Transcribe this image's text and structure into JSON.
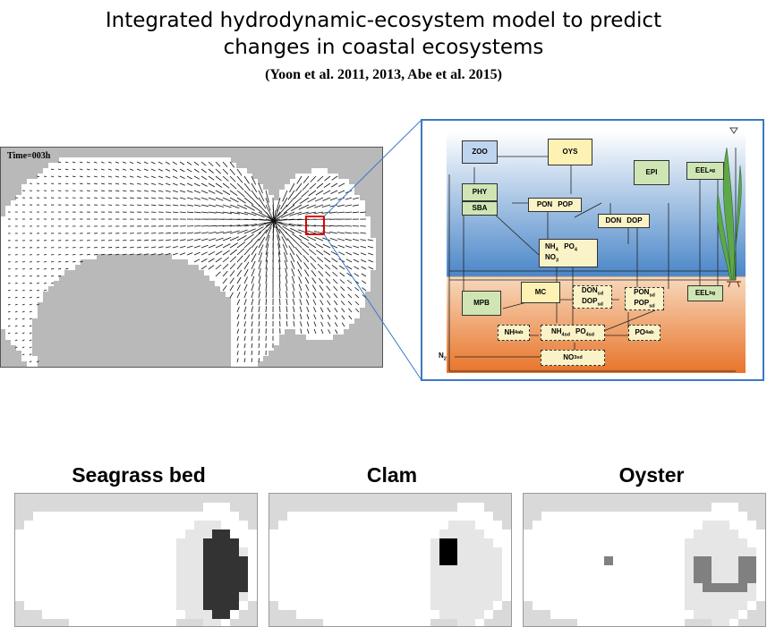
{
  "header": {
    "title_line1": "Integrated hydrodynamic-ecosystem model to predict",
    "title_line2": "changes in coastal ecosystems",
    "citation": "(Yoon et al. 2011, 2013, Abe et al. 2015)"
  },
  "flow_map": {
    "time_label": "Time=003h"
  },
  "model_diagram": {
    "nodes": {
      "zoo": "ZOO",
      "oys": "OYS",
      "epi": "EPI",
      "eel_ag": "EEL",
      "eel_ag_sub": "ag",
      "phy": "PHY",
      "sba": "SBA",
      "pon": "PON",
      "pop": "POP",
      "don": "DON",
      "dop": "DOP",
      "nh4": "NH",
      "nh4_sub": "4",
      "po4": "PO",
      "po4_sub": "4",
      "no3": "NO",
      "no3_sub": "3",
      "mpb": "MPB",
      "mc": "MC",
      "don_sd": "DON",
      "dop_sd": "DOP",
      "sd_sub": "sd",
      "pon_sd": "PON",
      "pop_sd": "POP",
      "eel_bg": "EEL",
      "eel_bg_sub": "bg",
      "nh4ab": "NH",
      "nh4ab_sub": "4ab",
      "nh4sd": "NH",
      "nh4sd_sub": "4sd",
      "po4sd": "PO",
      "po4sd_sub": "4sd",
      "po4ab": "PO",
      "po4ab_sub": "4ab",
      "no3sd": "NO",
      "no3sd_sub": "3sd",
      "n2": "N",
      "n2_sub": "2"
    },
    "colors": {
      "water_top": "#ffffff",
      "water_bottom": "#4a86c8",
      "sediment_top": "#f7d9bd",
      "sediment_bottom": "#e8742a"
    }
  },
  "habitats": [
    {
      "label": "Seagrass bed",
      "patch_color": "#333333"
    },
    {
      "label": "Clam",
      "patch_color": "#000000"
    },
    {
      "label": "Oyster",
      "patch_color": "#808080"
    }
  ]
}
